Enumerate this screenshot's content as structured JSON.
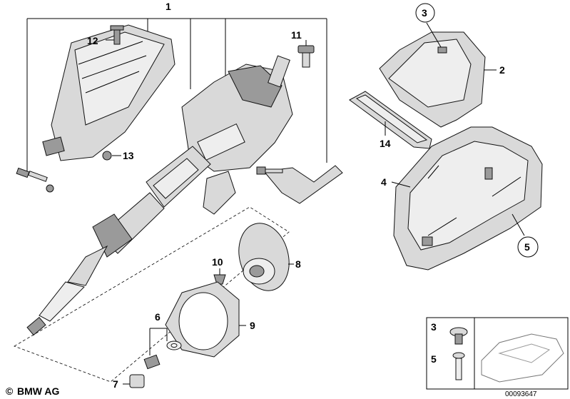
{
  "callouts": {
    "c1": "1",
    "c2": "2",
    "c3": "3",
    "c4": "4",
    "c5": "5",
    "c6": "6",
    "c7": "7",
    "c8": "8",
    "c9": "9",
    "c10": "10",
    "c11": "11",
    "c12": "12",
    "c13": "13",
    "c14": "14"
  },
  "inset": {
    "label_top": "3",
    "label_bottom": "5"
  },
  "footer": {
    "brand": "BMW AG",
    "copyright_symbol": "©",
    "doc_number": "00093647"
  }
}
